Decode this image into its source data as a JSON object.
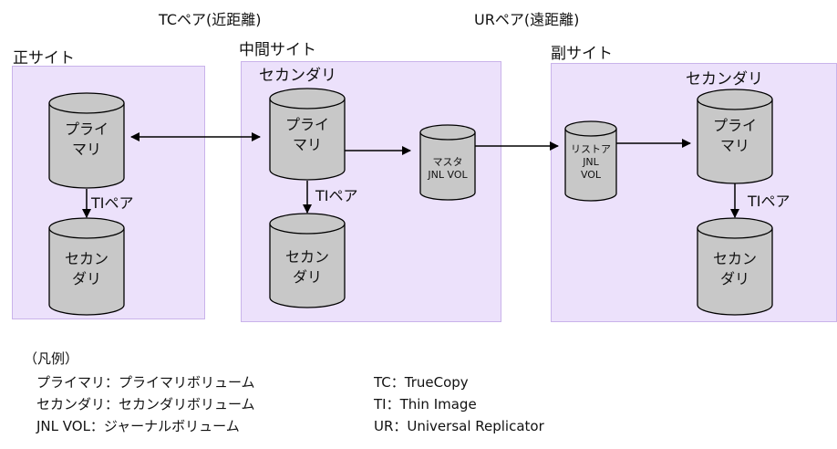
{
  "pairs": {
    "tc": "TCペア(近距離)",
    "ur": "URペア(遠距離)"
  },
  "sites": {
    "primary": "正サイト",
    "intermediate": "中間サイト",
    "secondary": "副サイト"
  },
  "group_labels": {
    "intermediate_secondary": "セカンダリ",
    "remote_secondary": "セカンダリ"
  },
  "volumes": {
    "primary_site_primary": "プライ\nマリ",
    "primary_site_secondary": "セカン\nダリ",
    "mid_primary": "プライ\nマリ",
    "mid_secondary": "セカン\nダリ",
    "master_jnl": "マスタ\nJNL VOL",
    "restore_jnl": "リストア\nJNL\nVOL",
    "remote_primary": "プライ\nマリ",
    "remote_secondary": "セカン\nダリ"
  },
  "ti_pair_labels": [
    "TIペア",
    "TIペア",
    "TIペア"
  ],
  "legend": {
    "heading": "（凡例）",
    "left": [
      "プライマリ：プライマリボリューム",
      "セカンダリ：セカンダリボリューム",
      "JNL VOL：ジャーナルボリューム"
    ],
    "right": [
      "TC：TrueCopy",
      "TI：Thin Image",
      "UR：Universal Replicator"
    ]
  },
  "colors": {
    "site_fill": "#ece1fb",
    "site_border": "#c9b3ea",
    "cylinder_fill": "#c8c8c8",
    "line": "#000000"
  }
}
